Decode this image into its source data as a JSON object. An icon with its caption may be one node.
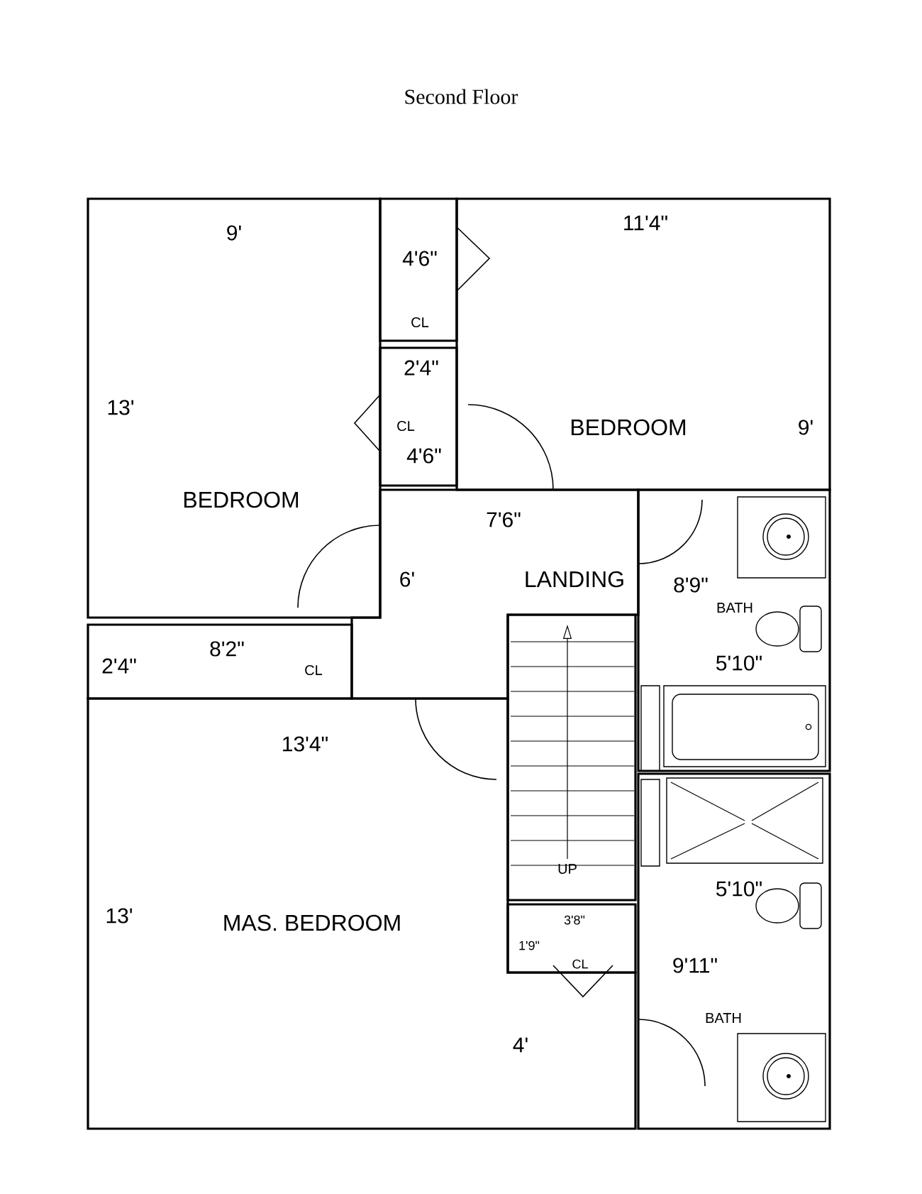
{
  "diagram": {
    "title": "Second Floor",
    "nodes": [
      {
        "text": [
          "9'",
          "13'",
          "BEDROOM"
        ]
      },
      {
        "text": [
          "4'6\"",
          "CL"
        ]
      },
      {
        "text": [
          "2'4\"",
          "CL",
          "4'6\""
        ]
      },
      {
        "text": [
          "11'4\"",
          "BEDROOM",
          "9'"
        ]
      },
      {
        "text": [
          "7'6\"",
          "6'",
          "LANDING"
        ]
      },
      {
        "text": [
          "UP"
        ]
      },
      {
        "text": [
          "BATH",
          "8'9\"",
          "5'10\""
        ]
      },
      {
        "text": [
          "8'2\"",
          "2'4\"",
          "CL"
        ]
      },
      {
        "text": [
          "13'4\"",
          "13'",
          "MAS. BEDROOM",
          "4'"
        ]
      },
      {
        "text": [
          "3'8\"",
          "1'9\"",
          "CL"
        ]
      },
      {
        "text": [
          "5'10\"",
          "9'11\"",
          "BATH"
        ]
      }
    ]
  }
}
